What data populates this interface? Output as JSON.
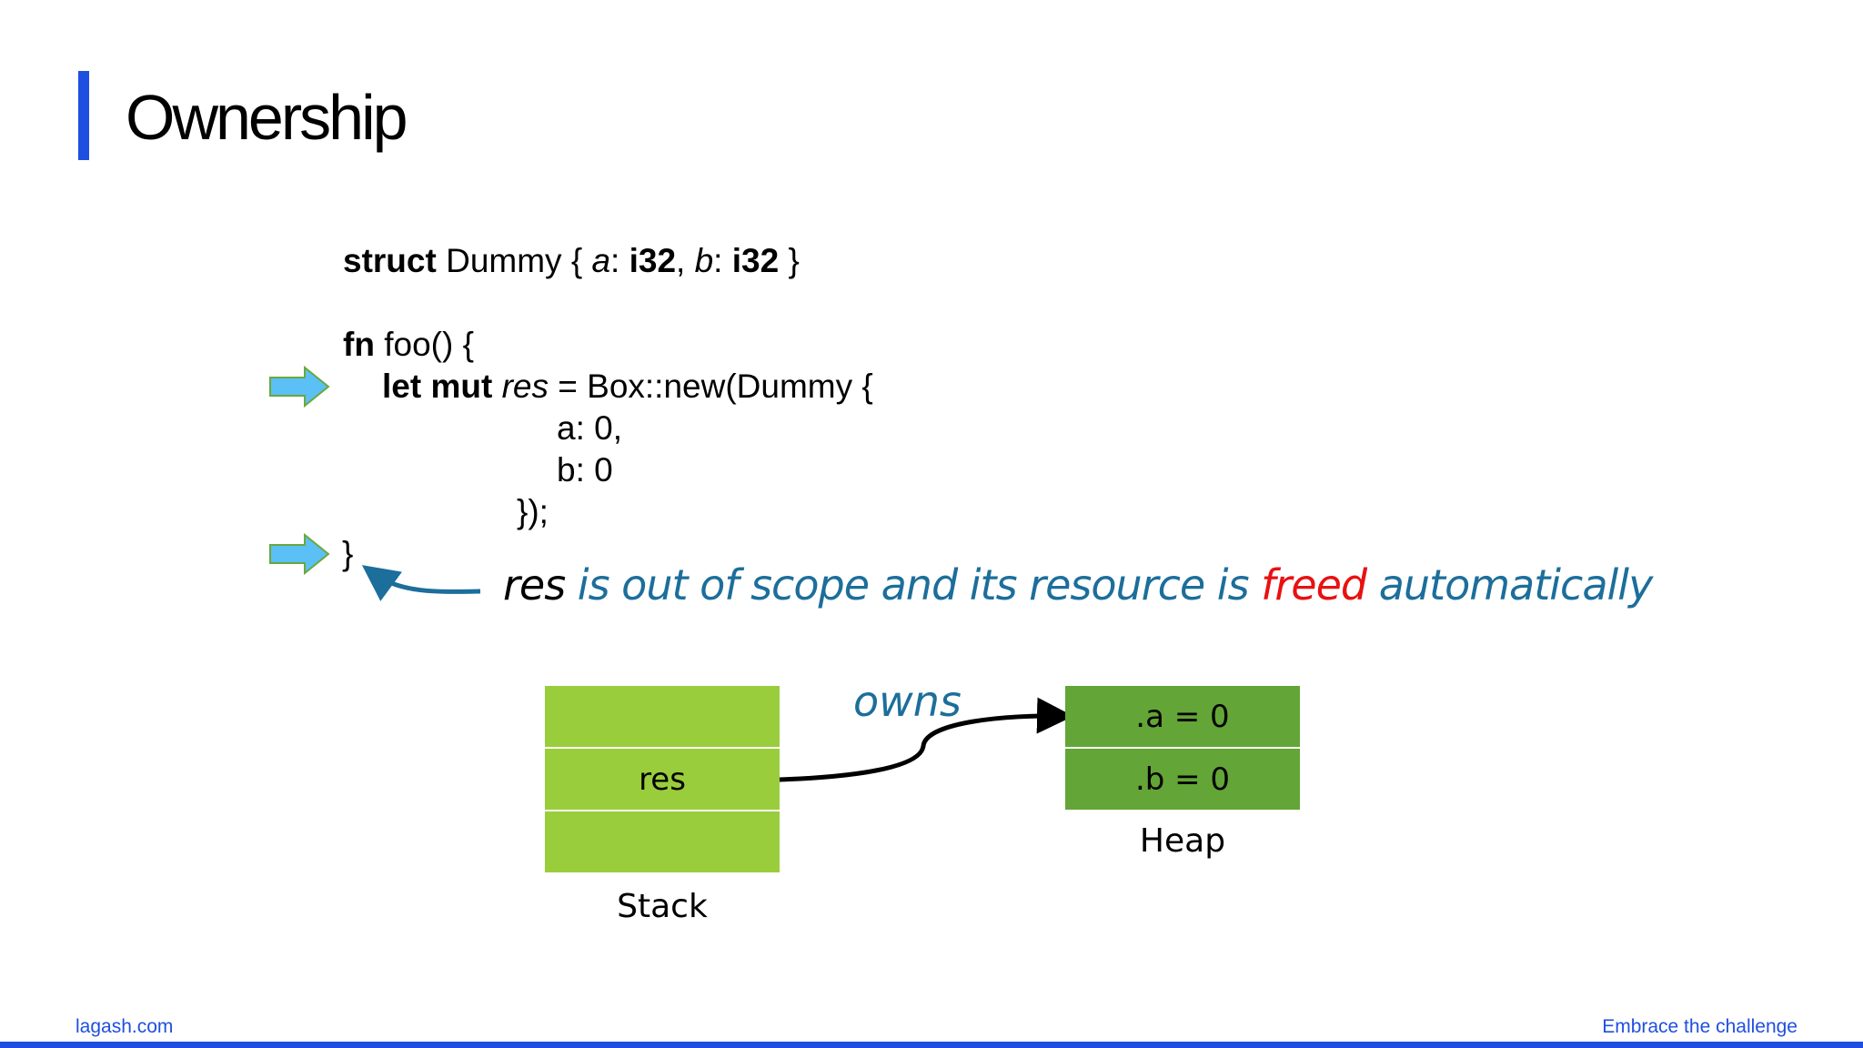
{
  "slide": {
    "title": "Ownership"
  },
  "code": {
    "struct_keyword": "struct",
    "struct_name": " Dummy { ",
    "field_a": "a",
    "colon_1": ": ",
    "type_1": "i32",
    "comma_1": ", ",
    "field_b": "b",
    "colon_2": ": ",
    "type_2": "i32",
    "struct_close": " }",
    "fn_keyword": "fn",
    "fn_signature": " foo() {",
    "let_mut_keyword": "let mut",
    "var_name": "res",
    "box_new": " = Box::new(Dummy {",
    "init_a": "a: 0,",
    "init_b": "b: 0",
    "close_init": "});",
    "close_fn": "}"
  },
  "annotation": {
    "var": "res",
    "part1": " is out of scope and its resource is ",
    "freed": "freed",
    "part2": " automatically"
  },
  "diagram": {
    "stack_cells": [
      "",
      "res",
      ""
    ],
    "stack_label": "Stack",
    "heap_cells": [
      ".a = 0",
      ".b = 0"
    ],
    "heap_label": "Heap",
    "owns_label": "owns"
  },
  "footer": {
    "left": "lagash.com",
    "right": "Embrace the challenge"
  },
  "colors": {
    "accent": "#1f4fe0",
    "annotation_blue": "#1c6e9b",
    "freed_red": "#e81111",
    "stack_green": "#9acd3c",
    "heap_green": "#63a536",
    "pointer_blue": "#5bc0f5"
  }
}
